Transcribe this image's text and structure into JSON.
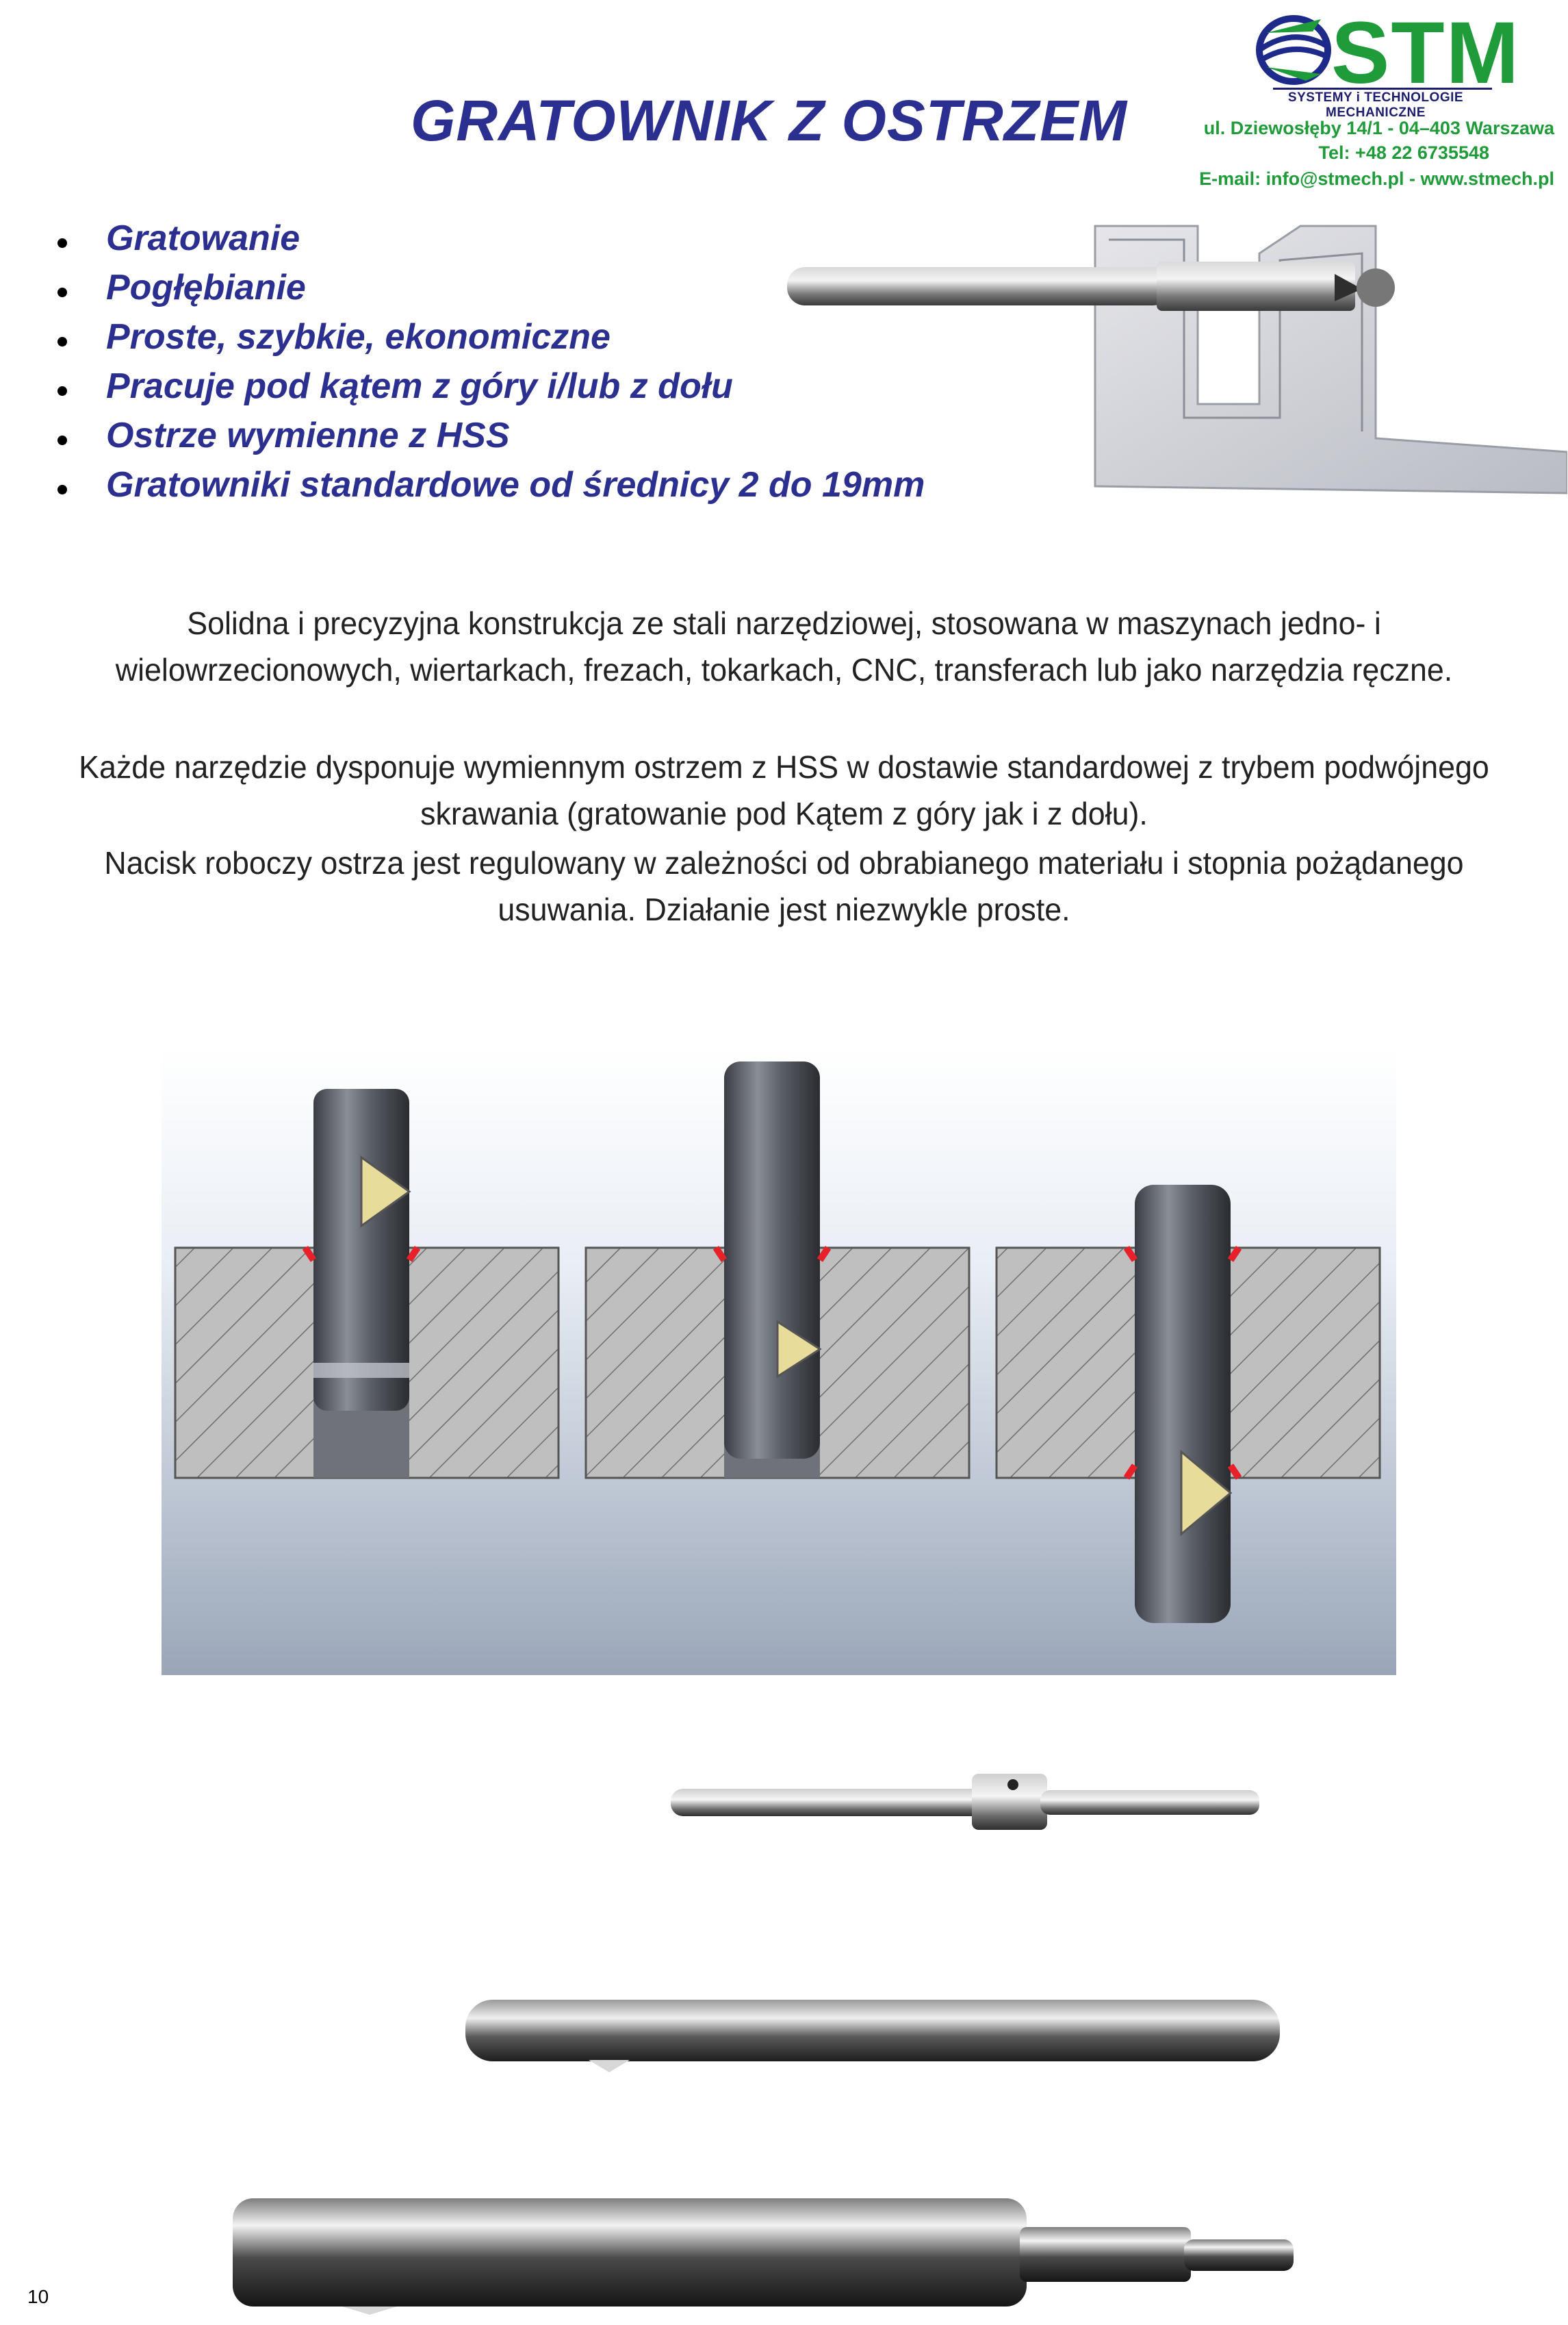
{
  "header": {
    "title": "GRATOWNIK Z OSTRZEM",
    "logo": {
      "text": "STM",
      "tagline": "SYSTEMY i TECHNOLOGIE MECHANICZNE",
      "icon": "globe-arrow-logo"
    },
    "contact": {
      "address": "ul. Dziewosłęby 14/1 - 04–403 Warszawa",
      "phone": "Tel: +48 22 6735548",
      "email": "E-mail: info@stmech.pl - www.stmech.pl"
    }
  },
  "features": [
    "Gratowanie",
    "Pogłębianie",
    "Proste, szybkie, ekonomiczne",
    "Pracuje pod kątem z góry i/lub z   dołu",
    "Ostrze wymienne z HSS",
    "Gratowniki standardowe od średnicy 2 do 19mm"
  ],
  "paragraphs": {
    "p1": [
      "Solidna i precyzyjna konstrukcja ze stali narzędziowej, stosowana w maszynach jedno- i",
      "wielowrzecionowych, wiertarkach, frezach, tokarkach, CNC, transferach lub jako narzędzia ręczne."
    ],
    "p2": [
      "Każde narzędzie dysponuje wymiennym ostrzem z HSS w dostawie standardowej z trybem podwójnego",
      "skrawania (gratowanie pod Kątem z góry jak i z dołu)."
    ],
    "p3": [
      "Nacisk roboczy ostrza jest regulowany w zależności od obrabianego materiału i stopnia pożądanego",
      "usuwania. Działanie jest niezwykle proste."
    ]
  },
  "colors": {
    "title_blue": "#2b2f8f",
    "logo_green": "#1f9b3a",
    "burr_red": "#e8202a"
  },
  "page_number": "10"
}
